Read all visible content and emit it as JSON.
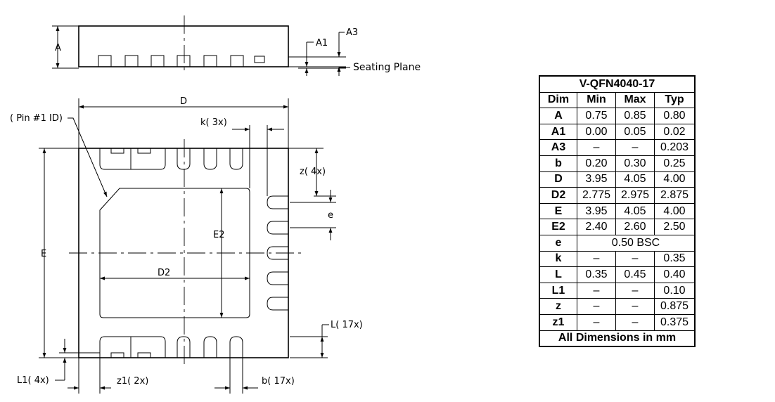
{
  "labels": {
    "A": "A",
    "A1": "A1",
    "A3": "A3",
    "seating_plane": "Seating Plane",
    "D": "D",
    "pin1": "( Pin #1 ID)",
    "k": "k(  3x)",
    "z": "z(  4x)",
    "e": "e",
    "E2": "E2",
    "E": "E",
    "D2": "D2",
    "L": "L(  17x)",
    "L1": "L1(  4x)",
    "z1": "z1(  2x)",
    "b": "b(  17x)"
  },
  "table": {
    "title": "V-QFN4040-17",
    "headers": [
      "Dim",
      "Min",
      "Max",
      "Typ"
    ],
    "rows": [
      {
        "dim": "A",
        "min": "0.75",
        "max": "0.85",
        "typ": "0.80"
      },
      {
        "dim": "A1",
        "min": "0.00",
        "max": "0.05",
        "typ": "0.02"
      },
      {
        "dim": "A3",
        "min": "–",
        "max": "–",
        "typ": "0.203"
      },
      {
        "dim": "b",
        "min": "0.20",
        "max": "0.30",
        "typ": "0.25"
      },
      {
        "dim": "D",
        "min": "3.95",
        "max": "4.05",
        "typ": "4.00"
      },
      {
        "dim": "D2",
        "min": "2.775",
        "max": "2.975",
        "typ": "2.875"
      },
      {
        "dim": "E",
        "min": "3.95",
        "max": "4.05",
        "typ": "4.00"
      },
      {
        "dim": "E2",
        "min": "2.40",
        "max": "2.60",
        "typ": "2.50"
      },
      {
        "dim": "e",
        "span": "0.50 BSC"
      },
      {
        "dim": "k",
        "min": "–",
        "max": "–",
        "typ": "0.35"
      },
      {
        "dim": "L",
        "min": "0.35",
        "max": "0.45",
        "typ": "0.40"
      },
      {
        "dim": "L1",
        "min": "–",
        "max": "–",
        "typ": "0.10"
      },
      {
        "dim": "z",
        "min": "–",
        "max": "–",
        "typ": "0.875"
      },
      {
        "dim": "z1",
        "min": "–",
        "max": "–",
        "typ": "0.375"
      }
    ],
    "footer": "All Dimensions in mm"
  }
}
